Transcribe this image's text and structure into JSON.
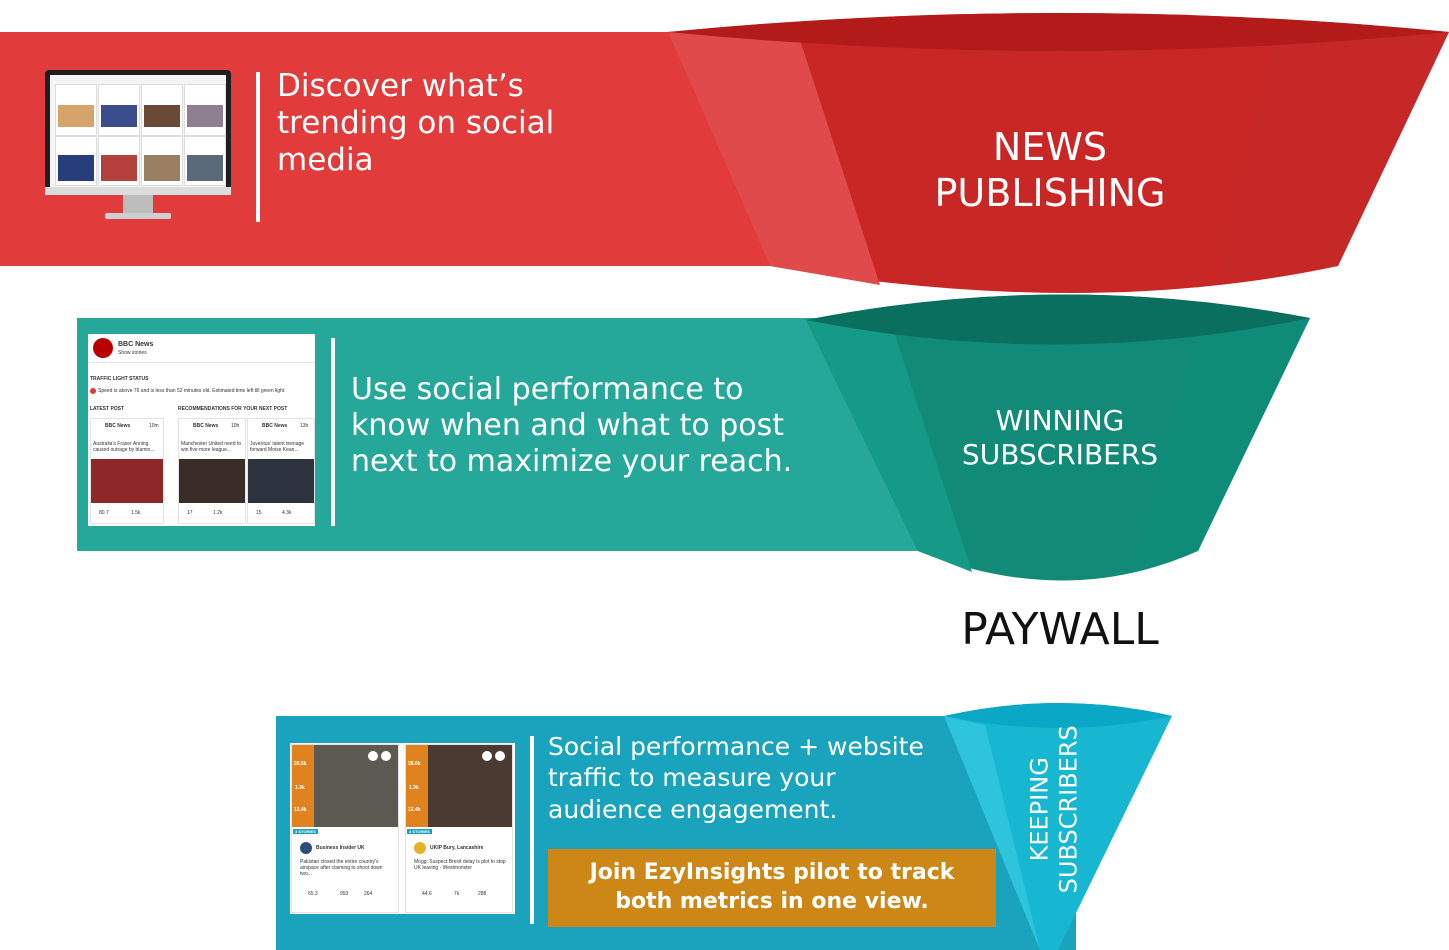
{
  "stages": [
    {
      "id": "news-publishing",
      "label": "NEWS\nPUBLISHING",
      "description": "Discover what’s\ntrending on social\nmedia",
      "color": "#e23b3b"
    },
    {
      "id": "winning-subscribers",
      "label": "WINNING\nSUBSCRIBERS",
      "description": "Use social performance to\nknow when and what to post\nnext to maximize your reach.",
      "color": "#25a89a"
    },
    {
      "id": "keeping-subscribers",
      "label": "KEEPING\nSUBSCRIBERS",
      "description": "Social performance + website\ntraffic to measure your\naudience engagement.",
      "color": "#1aa3bd"
    }
  ],
  "paywall_label": "PAYWALL",
  "cta_label": "Join EzyInsights pilot to track\nboth metrics in one view.",
  "screenshot_2": {
    "brand": "BBC News",
    "subtitle": "Show stories",
    "status_heading": "TRAFFIC LIGHT STATUS",
    "status_text": "Speed is above 76 and is less than 52 minutes old. Estimated time left till green light",
    "latest_heading": "LATEST POST",
    "reco_heading": "RECOMMENDATIONS FOR YOUR NEXT POST",
    "cards": [
      {
        "source": "BBC News",
        "age": "10m",
        "text": "Australia's Fraser Anning caused outrage by blamin...",
        "speed": "80.7",
        "shares": "1.5k"
      },
      {
        "source": "BBC News",
        "age": "10h",
        "text": "Manchester United need to win five more league...",
        "speed": "17",
        "shares": "1.2k"
      },
      {
        "source": "BBC News",
        "age": "13h",
        "text": "Juventus' talent teenage forward Moise Kean...",
        "speed": "15",
        "shares": "4.3k"
      }
    ]
  },
  "screenshot_3": {
    "cards": [
      {
        "stat1": "28.6k",
        "stat2": "1.9k",
        "stat3": "12.4k",
        "tag": "3 STORIES",
        "source": "Business Insider UK",
        "text": "Pakistan closed the entire country's airspace after claiming to shoot down two...",
        "m1": "65.3",
        "m2": "993",
        "m3": "264"
      },
      {
        "stat1": "28.6k",
        "stat2": "1.9k",
        "stat3": "12.4k",
        "tag": "3 STORIES",
        "source": "UKIP Bury, Lancashire",
        "text": "Mogg: Suspect Brexit delay is plot to stop UK leaving - Westmonster",
        "m1": "44.6",
        "m2": "7k",
        "m3": "288"
      }
    ]
  },
  "colors": {
    "red_dark": "#b71c1c",
    "teal_dark": "#0b6f60",
    "cyan_dark": "#0aa7c6",
    "cta": "#cc8716"
  },
  "icons": [
    "desktop-monitor-icon",
    "clock-icon",
    "share-icon",
    "facebook-icon",
    "link-icon"
  ]
}
